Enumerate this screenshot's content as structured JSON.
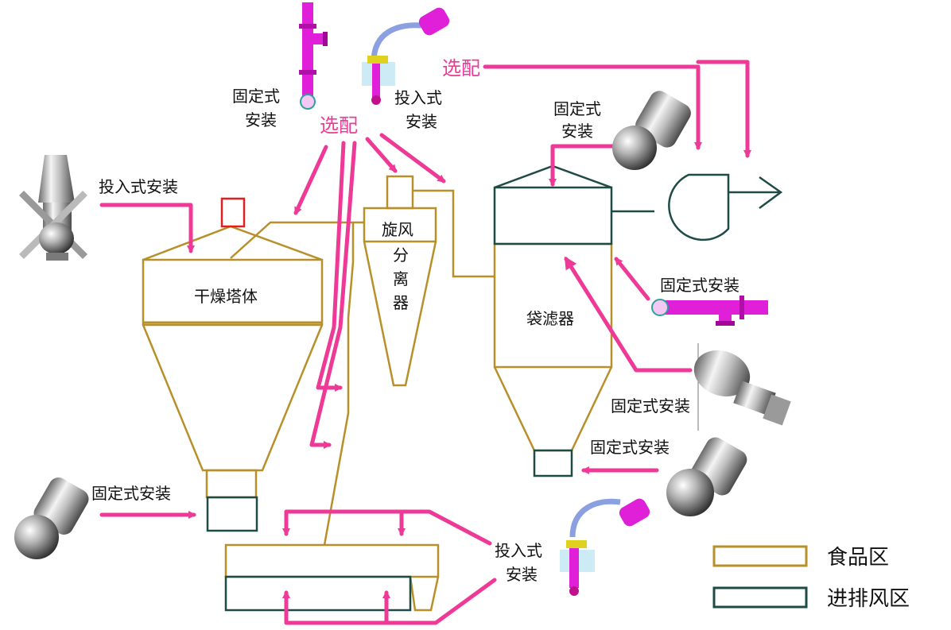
{
  "labels": {
    "optional_top": "选配",
    "optional_right": "选配",
    "fixed_install_top_line1": "固定式",
    "fixed_install_top_line2": "安装",
    "insert_install_top_line1": "投入式",
    "insert_install_top_line2": "安装",
    "insert_install_left": "投入式安装",
    "fixed_install_bagfilter_top_line1": "固定式",
    "fixed_install_bagfilter_top_line2": "安装",
    "fixed_install_right_1": "固定式安装",
    "fixed_install_right_2": "固定式安装",
    "fixed_install_right_3": "固定式安装",
    "fixed_install_left_bottom": "固定式安装",
    "insert_install_bottom_line1": "投入式",
    "insert_install_bottom_line2": "安装"
  },
  "components": {
    "drying_tower": "干燥塔体",
    "cyclone_line1": "旋风",
    "cyclone_line2": "分",
    "cyclone_line3": "离",
    "cyclone_line4": "器",
    "bag_filter": "袋滤器"
  },
  "legend": {
    "food_zone": "食品区",
    "air_zone": "进排风区"
  },
  "colors": {
    "food_line": "#b8902a",
    "air_line": "#1f4b47",
    "arrow": "#ee3a96",
    "device": "#e020d8",
    "red_box": "#e02020"
  }
}
